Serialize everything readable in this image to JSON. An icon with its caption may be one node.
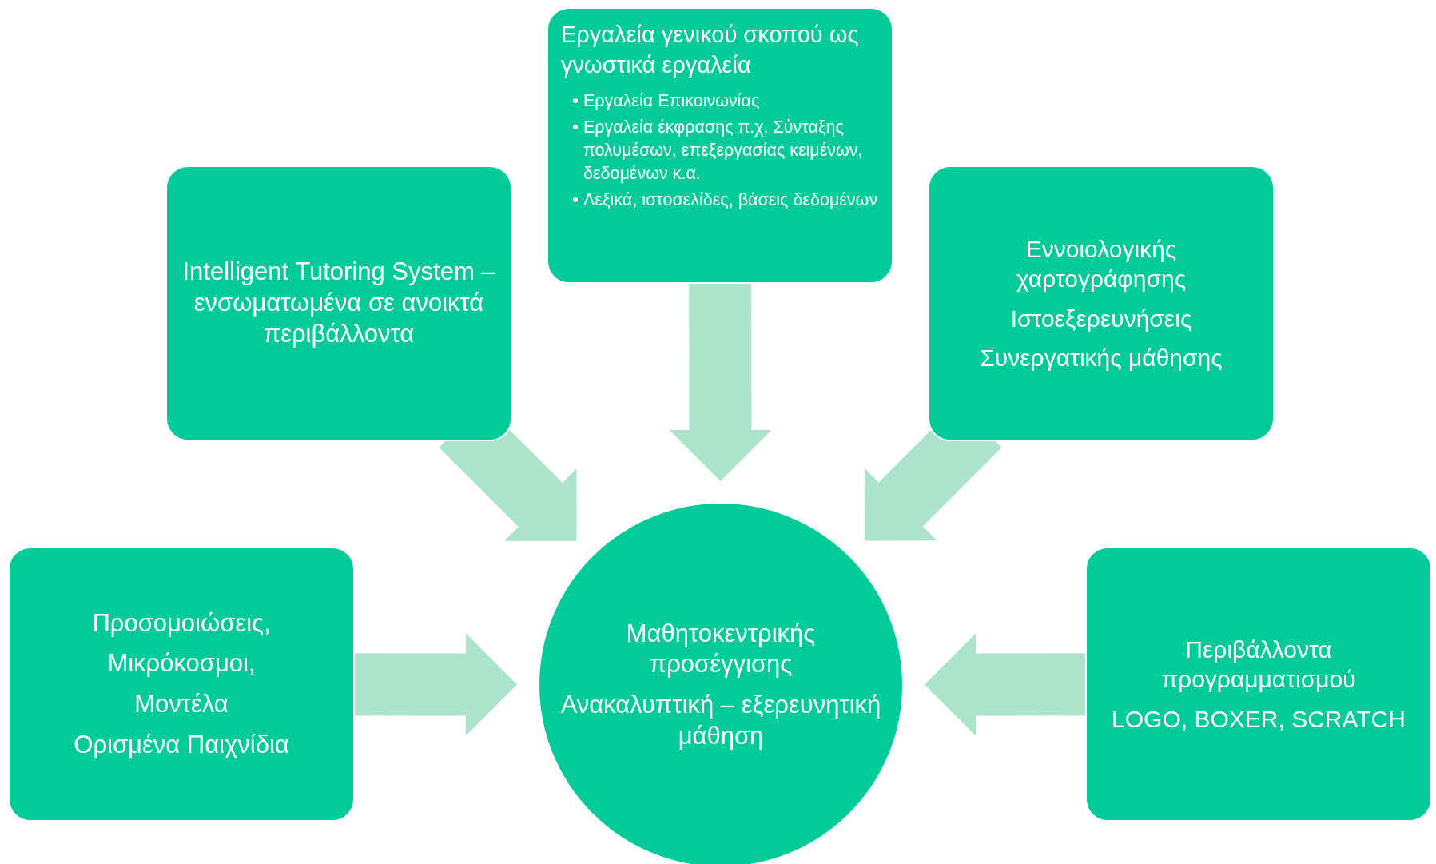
{
  "diagram": {
    "nodes": [
      {
        "text": [
          "Εργαλεία γενικού σκοπού ως γνωστικά εργαλεία",
          "Εργαλεία Επικοινωνίας",
          "Εργαλεία έκφρασης π.χ. Σύνταξης πολυμέσων, επεξεργασίας κειμένων, δεδομένων κ.α.",
          "Λεξικά, ιστοσελίδες, βάσεις δεδομένων"
        ]
      },
      {
        "text": [
          "Intelligent Tutoring System – ενσωματωμένα σε ανοικτά περιβάλλοντα"
        ]
      },
      {
        "text": [
          "Εννοιολογικής χαρτογράφησης",
          "Ιστοεξερευνήσεις",
          "Συνεργατικής μάθησης"
        ]
      },
      {
        "text": [
          "Προσομοιώσεις,",
          "Μικρόκοσμοι,",
          "Μοντέλα",
          "Ορισμένα Παιχνίδια"
        ]
      },
      {
        "text": [
          "Μαθητοκεντρικής προσέγγισης",
          "Ανακαλυπτική – εξερευνητική μάθηση"
        ]
      },
      {
        "text": [
          "Περιβάλλοντα προγραμματισμού",
          "LOGO, BOXER, SCRATCH"
        ]
      }
    ],
    "edges": [
      {
        "from": 0,
        "to": 4,
        "arrow": "to"
      },
      {
        "from": 1,
        "to": 4,
        "arrow": "to"
      },
      {
        "from": 2,
        "to": 4,
        "arrow": "to"
      },
      {
        "from": 3,
        "to": 4,
        "arrow": "to"
      },
      {
        "from": 5,
        "to": 4,
        "arrow": "to"
      }
    ]
  }
}
